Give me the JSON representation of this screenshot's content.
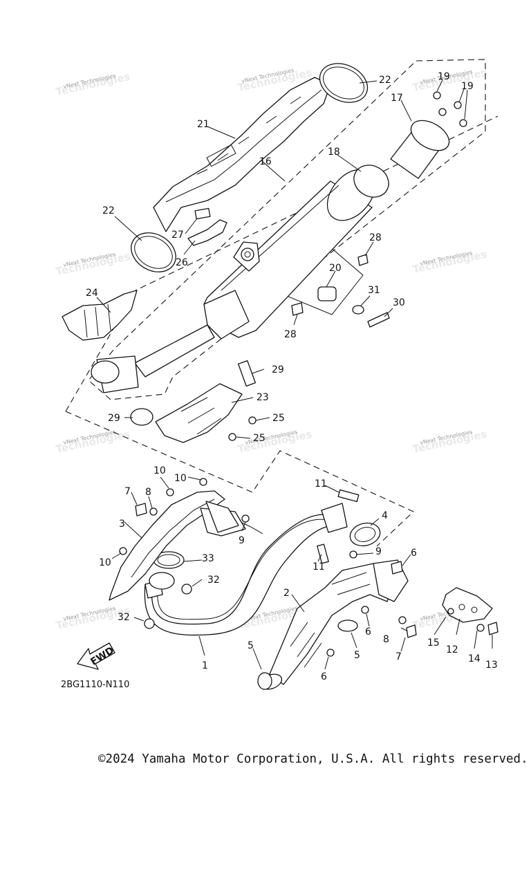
{
  "diagram": {
    "code": "2BG1110-N110",
    "fwd_label": "FWD",
    "watermark": "vNext Technologies",
    "callouts": [
      {
        "id": "c1",
        "label": "1"
      },
      {
        "id": "c2",
        "label": "2"
      },
      {
        "id": "c3",
        "label": "3"
      },
      {
        "id": "c4",
        "label": "4"
      },
      {
        "id": "c5a",
        "label": "5"
      },
      {
        "id": "c5b",
        "label": "5"
      },
      {
        "id": "c6a",
        "label": "6"
      },
      {
        "id": "c6b",
        "label": "6"
      },
      {
        "id": "c6c",
        "label": "6"
      },
      {
        "id": "c7a",
        "label": "7"
      },
      {
        "id": "c7b",
        "label": "7"
      },
      {
        "id": "c8a",
        "label": "8"
      },
      {
        "id": "c8b",
        "label": "8"
      },
      {
        "id": "c9a",
        "label": "9"
      },
      {
        "id": "c9b",
        "label": "9"
      },
      {
        "id": "c10a",
        "label": "10"
      },
      {
        "id": "c10b",
        "label": "10"
      },
      {
        "id": "c10c",
        "label": "10"
      },
      {
        "id": "c11a",
        "label": "11"
      },
      {
        "id": "c11b",
        "label": "11"
      },
      {
        "id": "c12",
        "label": "12"
      },
      {
        "id": "c13",
        "label": "13"
      },
      {
        "id": "c14",
        "label": "14"
      },
      {
        "id": "c15",
        "label": "15"
      },
      {
        "id": "c16",
        "label": "16"
      },
      {
        "id": "c17",
        "label": "17"
      },
      {
        "id": "c18",
        "label": "18"
      },
      {
        "id": "c19a",
        "label": "19"
      },
      {
        "id": "c19b",
        "label": "19"
      },
      {
        "id": "c20",
        "label": "20"
      },
      {
        "id": "c21",
        "label": "21"
      },
      {
        "id": "c22a",
        "label": "22"
      },
      {
        "id": "c22b",
        "label": "22"
      },
      {
        "id": "c23",
        "label": "23"
      },
      {
        "id": "c24",
        "label": "24"
      },
      {
        "id": "c25a",
        "label": "25"
      },
      {
        "id": "c25b",
        "label": "25"
      },
      {
        "id": "c26",
        "label": "26"
      },
      {
        "id": "c27",
        "label": "27"
      },
      {
        "id": "c28a",
        "label": "28"
      },
      {
        "id": "c28b",
        "label": "28"
      },
      {
        "id": "c29a",
        "label": "29"
      },
      {
        "id": "c29b",
        "label": "29"
      },
      {
        "id": "c30",
        "label": "30"
      },
      {
        "id": "c31",
        "label": "31"
      },
      {
        "id": "c32a",
        "label": "32"
      },
      {
        "id": "c32b",
        "label": "32"
      },
      {
        "id": "c33",
        "label": "33"
      }
    ]
  },
  "footer": {
    "copyright": "©2024 Yamaha Motor Corporation, U.S.A. All rights reserved."
  }
}
